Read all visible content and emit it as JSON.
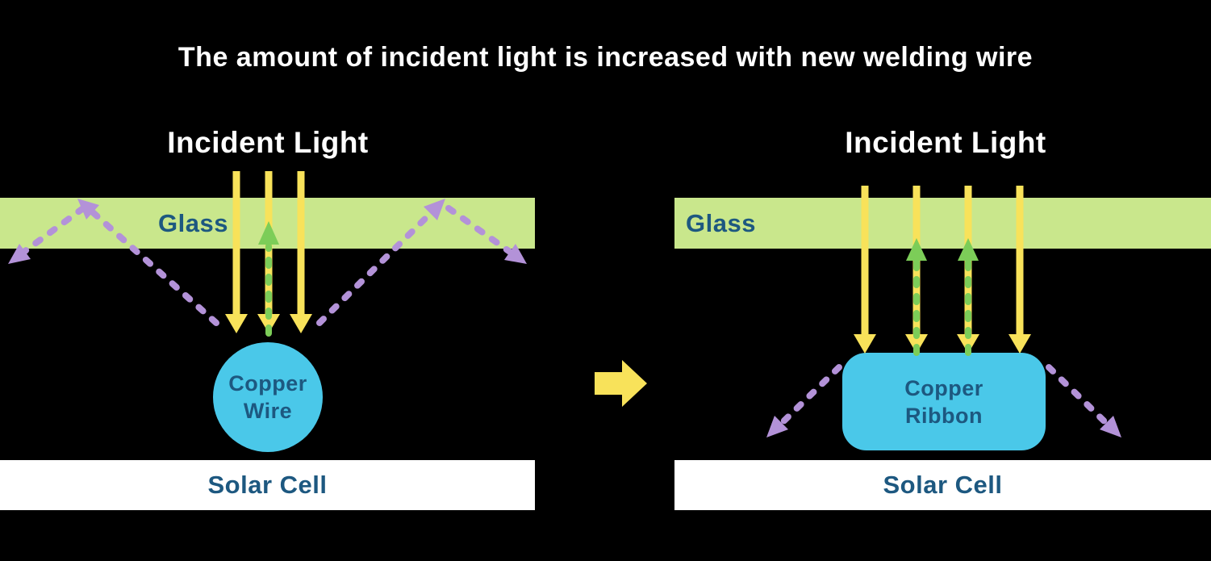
{
  "title": "The amount of incident light is increased with new welding wire",
  "colors": {
    "background": "#000000",
    "title-text": "#ffffff",
    "glass-green": "#c9e78c",
    "arrow-yellow": "#f8e25a",
    "arrow-purple": "#b392d8",
    "arrow-green": "#7ccd58",
    "copper-cyan": "#4ac8e9",
    "label-blue": "#1d5880",
    "solar-white": "#ffffff"
  },
  "left_panel": {
    "incident_light_label": "Incident Light",
    "glass_label": "Glass",
    "copper_line1": "Copper",
    "copper_line2": "Wire",
    "solar_cell_label": "Solar Cell"
  },
  "right_panel": {
    "incident_light_label": "Incident Light",
    "glass_label": "Glass",
    "copper_line1": "Copper",
    "copper_line2": "Ribbon",
    "solar_cell_label": "Solar Cell"
  }
}
